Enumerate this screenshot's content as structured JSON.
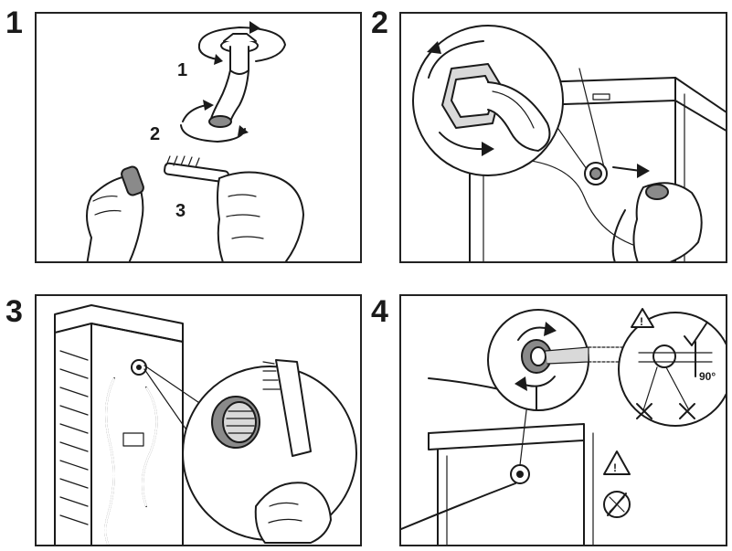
{
  "steps": [
    {
      "number": "1",
      "callouts": [
        "1",
        "2",
        "3"
      ]
    },
    {
      "number": "2"
    },
    {
      "number": "3"
    },
    {
      "number": "4",
      "angle_label": "90°"
    }
  ],
  "colors": {
    "ink": "#1a1a1a",
    "panel_border": "#222222",
    "background": "#ffffff"
  },
  "icons": [
    "rotate-arrow-icon",
    "warning-triangle-icon",
    "checkmark-icon",
    "cross-icon",
    "no-tools-icon"
  ]
}
